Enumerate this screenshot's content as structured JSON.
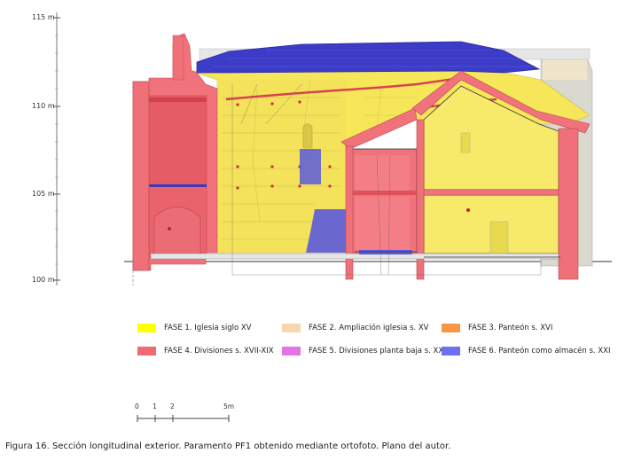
{
  "elevation_labels": [
    "115 m",
    "110 m",
    "105 m",
    "100 m"
  ],
  "legend": [
    {
      "label": "FASE 1. Iglesia siglo XV",
      "color": "#ffff00"
    },
    {
      "label": "FASE 2. Ampliación iglesia s. XV",
      "color": "#f8d7b0"
    },
    {
      "label": "FASE 3. Panteón s. XVI",
      "color": "#f79646"
    },
    {
      "label": "FASE 4. Divisiones s. XVII-XIX",
      "color": "#f06a72"
    },
    {
      "label": "FASE 5. Divisiones planta baja s. XX",
      "color": "#e373e6"
    },
    {
      "label": "FASE 6. Panteón como almacén s. XXI",
      "color": "#6f6ff0"
    }
  ],
  "scale_labels": [
    "0",
    "1",
    "2",
    "5m"
  ],
  "caption": "Figura 16. Sección longitudinal exterior. Paramento PF1 obtenido mediante ortofoto. Plano del autor."
}
